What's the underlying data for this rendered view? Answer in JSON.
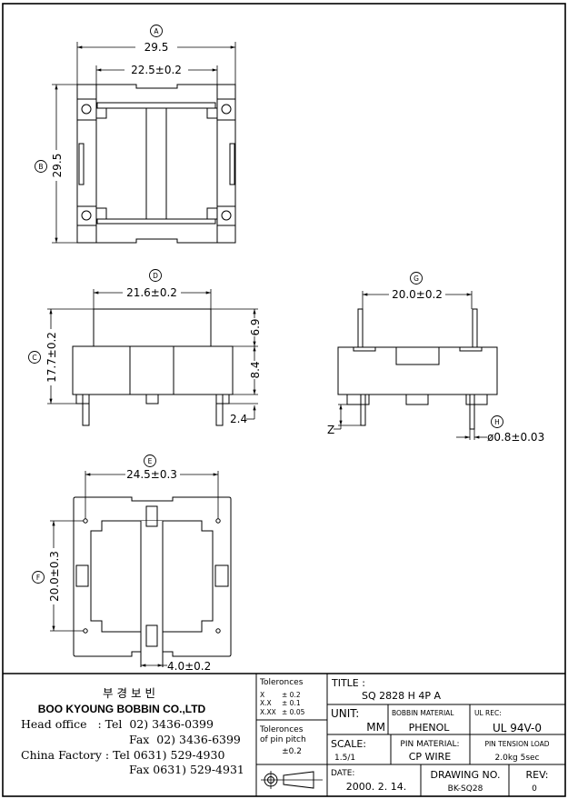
{
  "views": {
    "top": {
      "label_a": "A",
      "dim_a": "29.5",
      "dim_inner": "22.5±0.2",
      "label_b": "B",
      "dim_b": "29.5"
    },
    "front": {
      "label_d": "D",
      "dim_d": "21.6±0.2",
      "label_c": "C",
      "dim_c": "17.7±0.2",
      "dim_upper": "6.9",
      "dim_body": "8.4",
      "dim_pin": "2.4"
    },
    "side": {
      "label_g": "G",
      "dim_g": "20.0±0.2",
      "label_z": "Z",
      "label_h": "H",
      "dim_h": "ø0.8±0.03"
    },
    "bottom": {
      "label_e": "E",
      "dim_e": "24.5±0.3",
      "label_f": "F",
      "dim_f": "20.0±0.3",
      "dim_strip": "4.0±0.2"
    }
  },
  "company": {
    "name_korean": "부 경 보 빈",
    "name": "BOO KYOUNG BOBBIN CO.,LTD",
    "lines": [
      "Head office   : Tel  02) 3436-0399",
      "Fax  02) 3436-6399",
      "China Factory : Tel 0631) 529-4930",
      "Fax 0631) 529-4931"
    ]
  },
  "tolerances": {
    "heading": "Toleronces",
    "rows": [
      {
        "fmt": "X",
        "val": "± 0.2"
      },
      {
        "fmt": "X.X",
        "val": "± 0.1"
      },
      {
        "fmt": "X.XX",
        "val": "± 0.05"
      }
    ],
    "pin_heading_1": "Toleronces",
    "pin_heading_2": "of pin pitch",
    "pin_value": "±0.2"
  },
  "title_block": {
    "title_label": "TITLE :",
    "title": "SQ 2828 H 4P A",
    "unit_label": "UNIT:",
    "unit": "MM",
    "bobbin_material_label": "BOBBIN MATERIAL",
    "bobbin_material": "PHENOL",
    "ul_label": "UL REC:",
    "ul": "UL 94V-0",
    "scale_label": "SCALE:",
    "scale": "1.5/1",
    "pin_material_label": "PIN MATERIAL:",
    "pin_material": "CP WIRE",
    "pin_tension_label": "PIN TENSION LOAD",
    "pin_tension": "2.0kg 5sec",
    "date_label": "DATE:",
    "date": "2000. 2. 14.",
    "drawing_no_label": "DRAWING NO.",
    "drawing_no": "BK-SQ28",
    "rev_label": "REV:",
    "rev": "0"
  }
}
